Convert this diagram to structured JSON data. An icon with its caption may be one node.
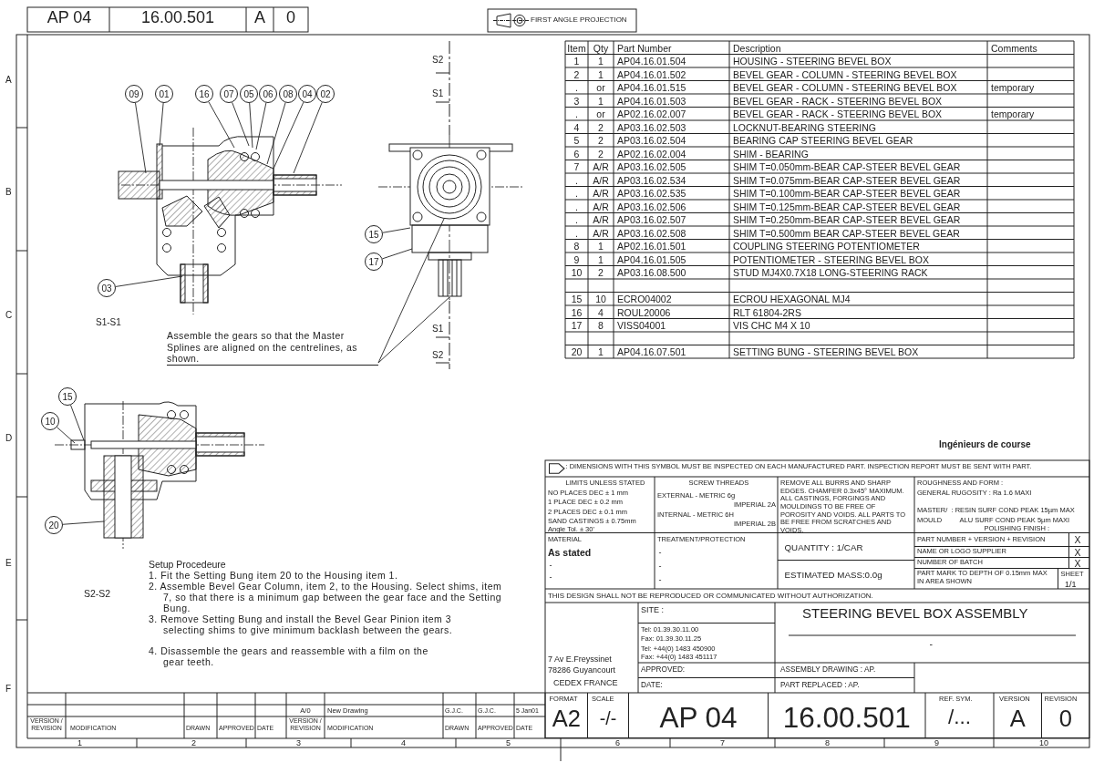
{
  "diagram": {
    "nodes": [
      {
        "text": [
          "09"
        ]
      },
      {
        "text": [
          "01"
        ]
      },
      {
        "text": [
          "16"
        ]
      },
      {
        "text": [
          "07"
        ]
      },
      {
        "text": [
          "05"
        ]
      },
      {
        "text": [
          "06"
        ]
      },
      {
        "text": [
          "08"
        ]
      },
      {
        "text": [
          "04"
        ]
      },
      {
        "text": [
          "02"
        ]
      },
      {
        "text": [
          "15"
        ]
      },
      {
        "text": [
          "17"
        ]
      },
      {
        "text": [
          "03"
        ]
      },
      {
        "text": [
          "Assemble the gears so that the Master Splines are aligned on the centrelines, as shown."
        ]
      },
      {
        "text": [
          "15"
        ]
      },
      {
        "text": [
          "10"
        ]
      },
      {
        "text": [
          "20"
        ]
      },
      {
        "text": [],
        "shape": "picture"
      },
      {
        "text": [],
        "shape": "picture"
      },
      {
        "text": [],
        "shape": "picture"
      }
    ],
    "edges": [
      {
        "from": 0,
        "to": 16,
        "arrow": "none"
      },
      {
        "from": 1,
        "to": 16,
        "arrow": "none"
      },
      {
        "from": 2,
        "to": 16,
        "arrow": "none"
      },
      {
        "from": 3,
        "to": 16,
        "arrow": "none"
      },
      {
        "from": 4,
        "to": 16,
        "arrow": "none"
      },
      {
        "from": 5,
        "to": 16,
        "arrow": "none"
      },
      {
        "from": 6,
        "to": 16,
        "arrow": "none"
      },
      {
        "from": 7,
        "to": 16,
        "arrow": "none"
      },
      {
        "from": 8,
        "to": 16,
        "arrow": "none"
      },
      {
        "from": 9,
        "to": 17,
        "arrow": "none"
      },
      {
        "from": 10,
        "to": 17,
        "arrow": "none"
      },
      {
        "from": 11,
        "to": 16,
        "arrow": "none"
      },
      {
        "from": 12,
        "to": 17,
        "arrow": "none"
      },
      {
        "from": 12,
        "to": 17,
        "arrow": "none"
      },
      {
        "from": 13,
        "to": 18,
        "arrow": "none"
      },
      {
        "from": 14,
        "to": 18,
        "arrow": "none"
      },
      {
        "from": 15,
        "to": 18,
        "arrow": "none"
      }
    ],
    "labels": [
      "AP 04",
      "16.00.501",
      "A",
      "0",
      "FIRST ANGLE PROJECTION",
      "S2",
      "S1",
      "S1",
      "S2",
      "S1-S1",
      "Item",
      "Qty",
      "Part Number",
      "Description",
      "Comments",
      "1",
      "1",
      "AP04.16.01.504",
      "HOUSING - STEERING BEVEL BOX",
      "2",
      "1",
      "AP04.16.01.502",
      "BEVEL GEAR - COLUMN - STEERING BEVEL BOX",
      ".",
      "or",
      "AP04.16.01.515",
      "BEVEL GEAR - COLUMN - STEERING BEVEL BOX",
      "temporary",
      "3",
      "1",
      "AP04.16.01.503",
      "BEVEL GEAR - RACK - STEERING BEVEL BOX",
      ".",
      "or",
      "AP02.16.02.007",
      "BEVEL GEAR - RACK - STEERING BEVEL BOX",
      "temporary",
      "4",
      "2",
      "AP03.16.02.503",
      "LOCKNUT-BEARING STEERING",
      "5",
      "2",
      "AP03.16.02.504",
      "BEARING CAP STEERING BEVEL GEAR",
      "6",
      "2",
      "AP02.16.02.004",
      "SHIM - BEARING",
      "7",
      "A/R",
      "AP03.16.02.505",
      "SHIM T=0.050mm-BEAR CAP-STEER BEVEL GEAR",
      ".",
      "A/R",
      "AP03.16.02.534",
      "SHIM T=0.075mm-BEAR CAP-STEER BEVEL GEAR",
      ".",
      "A/R",
      "AP03.16.02.535",
      "SHIM T=0.100mm-BEAR CAP-STEER BEVEL GEAR",
      ".",
      "A/R",
      "AP03.16.02.506",
      "SHIM T=0.125mm-BEAR CAP-STEER BEVEL GEAR",
      ".",
      "A/R",
      "AP03.16.02.507",
      "SHIM T=0.250mm-BEAR CAP-STEER BEVEL GEAR",
      ".",
      "A/R",
      "AP03.16.02.508",
      "SHIM T=0.500mm BEAR CAP-STEER BEVEL GEAR",
      "8",
      "1",
      "AP02.16.01.501",
      "COUPLING STEERING POTENTIOMETER",
      "9",
      "1",
      "AP04.16.01.505",
      "POTENTIOMETER - STEERING BEVEL BOX",
      "10",
      "2",
      "AP03.16.08.500",
      "STUD MJ4X0.7X18 LONG-STEERING RACK",
      "15",
      "10",
      "ECRO04002",
      "ECROU HEXAGONAL MJ4",
      "16",
      "4",
      "ROUL20006",
      "RLT 61804-2RS",
      "17",
      "8",
      "VISS04001",
      "VIS CHC M4 X 10",
      "20",
      "1",
      "AP04.16.07.501",
      "SETTING BUNG - STEERING BEVEL BOX",
      "S2-S2",
      "Setup Procedeure",
      "1. Fit the Setting Bung item 20 to the Housing item 1.",
      "2. Assemble Bevel Gear Column, item 2, to the Housing. Select shims, item 7, so that there is a minimum gap between the gear face and the Setting Bung.",
      "3. Remove Setting Bung and install the Bevel Gear Pinion item 3 selecting shims to give minimum backlash between the gears.",
      "4. Disassemble the gears and reassemble with a film on the gear teeth.",
      "Ingénieurs de course",
      ": DIMENSIONS WITH THIS SYMBOL MUST BE INSPECTED ON EACH MANUFACTURED PART. INSPECTION REPORT MUST BE SENT WITH PART.",
      "LIMITS UNLESS STATED",
      "NO PLACES DEC ± 1 mm",
      "1 PLACE DEC ± 0.2 mm",
      "2 PLACES DEC ± 0.1 mm",
      "SAND CASTINGS ± 0.75mm",
      "Angle Tol. ± 30'",
      "SCREW THREADS",
      "EXTERNAL - METRIC 6g",
      "IMPERIAL 2A",
      "INTERNAL - METRIC 6H",
      "IMPERIAL 2B",
      "REMOVE ALL BURRS AND SHARP EDGES. CHAMFER 0.3x45° MAXIMUM. ALL CASTINGS, FORGINGS AND MOULDINGS TO BE FREE OF POROSITY AND VOIDS. ALL PARTS TO BE FREE FROM SCRATCHES AND VOIDS.",
      "ROUGHNESS AND FORM :",
      "GENERAL RUGOSITY : Ra 1.6 MAXI",
      "MASTER/",
      "MOULD",
      ": RESIN SURF COND PEAK 15µm MAX",
      "ALU SURF COND PEAK 5µm MAXI",
      "POLISHING FINISH :",
      "MATERIAL",
      "As stated",
      "-",
      "-",
      "TREATMENT/PROTECTION",
      "-",
      "-",
      "-",
      "QUANTITY : 1/CAR",
      "ESTIMATED MASS:0.0g",
      "PART NUMBER + VERSION + REVISION",
      "X",
      "NAME OR LOGO SUPPLIER",
      "X",
      "NUMBER OF BATCH",
      "X",
      "PART MARK TO DEPTH OF 0.15mm MAX IN AREA SHOWN",
      "SHEET",
      "1/1",
      "THIS DESIGN SHALL NOT BE REPRODUCED OR COMMUNICATED WITHOUT AUTHORIZATION.",
      "7 Av E.Freyssinet",
      "78286 Guyancourt",
      "CEDEX FRANCE",
      "SITE :",
      "Tel: 01.39.30.11.00",
      "Fax: 01.39.30.11.25",
      "Tel: +44(0) 1483 450900",
      "Fax: +44(0) 1483 451117",
      "APPROVED:",
      "DATE:",
      "STEERING BEVEL BOX ASSEMBLY",
      "-",
      "ASSEMBLY DRAWING : AP.",
      "PART REPLACED : AP.",
      "FORMAT",
      "A2",
      "SCALE",
      "-/-",
      "AP 04",
      "16.00.501",
      "REF. SYM.",
      "/...",
      "VERSION",
      "A",
      "REVISION",
      "0",
      "A/0",
      "New Drawing",
      "G.J.C.",
      "G.J.C.",
      "5 Jan01",
      "VERSION / REVISION",
      "MODIFICATION",
      "DRAWN",
      "APPROVED",
      "DATE",
      "VERSION / REVISION",
      "MODIFICATION",
      "DRAWN",
      "APPROVED",
      "DATE",
      "A",
      "B",
      "C",
      "D",
      "E",
      "F",
      "1",
      "2",
      "3",
      "4",
      "5",
      "6",
      "7",
      "8",
      "9",
      "10"
    ]
  }
}
